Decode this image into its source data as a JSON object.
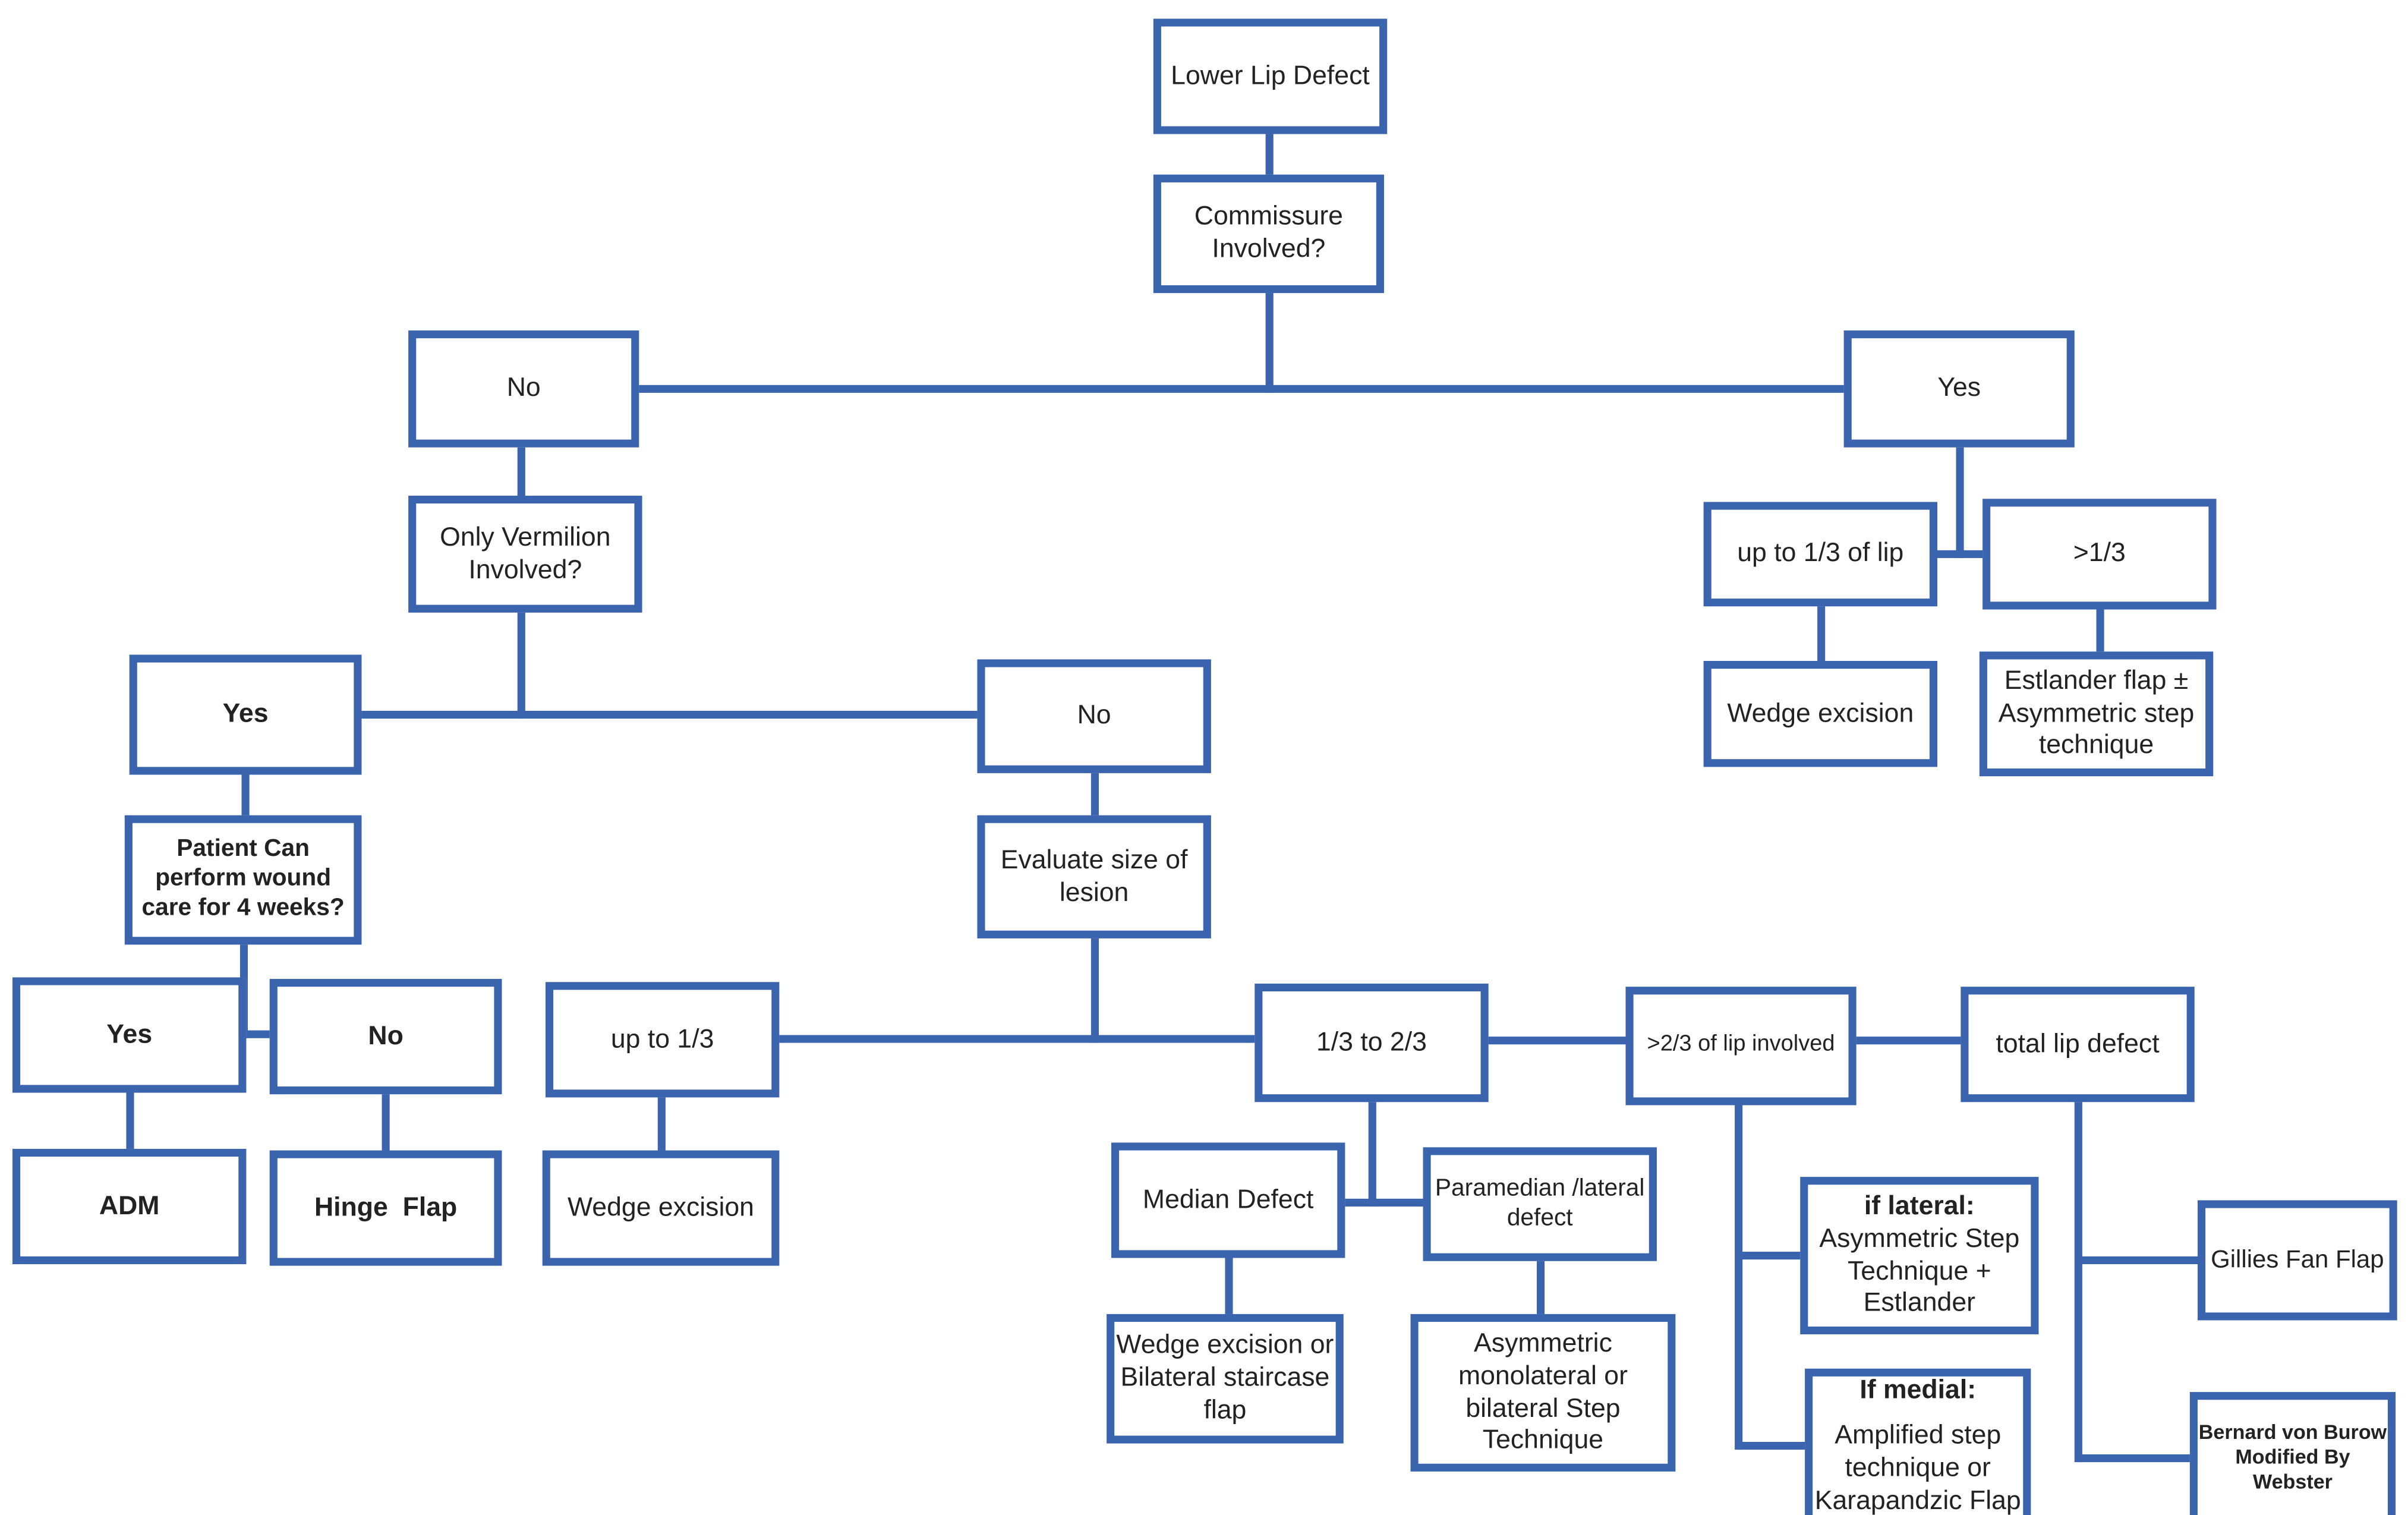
{
  "diagram": {
    "type": "flowchart",
    "topic": "Lower Lip Defect reconstruction decision tree",
    "colors": {
      "line": "#3a64ad",
      "text": "#222222",
      "background": "#ffffff"
    },
    "nodes": {
      "root": {
        "label": "Lower Lip Defect"
      },
      "commissure": {
        "label": "Commissure Involved?"
      },
      "no_commissure": {
        "label": "No"
      },
      "yes_commissure": {
        "label": "Yes"
      },
      "only_vermilion": {
        "label": "Only Vermilion Involved?"
      },
      "up_to_third_lip": {
        "label": "up to 1/3 of lip"
      },
      "gt_third": {
        "label": ">1/3"
      },
      "wedge_right": {
        "label": "Wedge excision"
      },
      "estlander": {
        "label": "Estlander flap ± Asymmetric step technique"
      },
      "yes_vermilion": {
        "label": "Yes"
      },
      "patient_care": {
        "label": "Patient Can perform wound care for 4 weeks?"
      },
      "yes_care": {
        "label": "Yes"
      },
      "no_care": {
        "label": "No"
      },
      "adm": {
        "label": "ADM"
      },
      "hinge": {
        "label": "Hinge  Flap"
      },
      "no_vermilion": {
        "label": "No"
      },
      "evaluate": {
        "label": "Evaluate size of lesion"
      },
      "up_to_third": {
        "label": "up to 1/3"
      },
      "wedge_mid": {
        "label": "Wedge excision"
      },
      "third_two_thirds": {
        "label": "1/3 to 2/3"
      },
      "gt_two_thirds": {
        "label": ">2/3 of lip involved"
      },
      "total_lip": {
        "label": "total lip defect"
      },
      "median": {
        "label": "Median Defect"
      },
      "paramedian": {
        "label": "Paramedian /lateral defect"
      },
      "staircase": {
        "label": "Wedge excision or Bilateral staircase flap"
      },
      "asym_mono": {
        "label": "Asymmetric monolateral or bilateral Step Technique"
      },
      "if_lateral": {
        "heading": "if lateral:",
        "body": "Asymmetric Step Technique + Estlander"
      },
      "if_medial": {
        "heading": "If medial:",
        "body": "Amplified step technique or Karapandzic Flap"
      },
      "gillies": {
        "label": "Gillies Fan Flap"
      },
      "bernard": {
        "label": "Bernard von Burow Modified By Webster"
      }
    },
    "edges": [
      "root -> commissure",
      "commissure -> no_commissure",
      "commissure -> yes_commissure",
      "no_commissure -> only_vermilion",
      "only_vermilion -> yes_vermilion",
      "only_vermilion -> no_vermilion",
      "yes_vermilion -> patient_care",
      "patient_care -> yes_care",
      "patient_care -> no_care",
      "yes_care -> adm",
      "no_care -> hinge",
      "no_vermilion -> evaluate",
      "evaluate -> up_to_third",
      "evaluate -> third_two_thirds",
      "up_to_third -> wedge_mid",
      "third_two_thirds -> median",
      "third_two_thirds -> paramedian",
      "third_two_thirds -> gt_two_thirds",
      "gt_two_thirds -> total_lip",
      "median -> staircase",
      "paramedian -> asym_mono",
      "gt_two_thirds -> if_lateral",
      "gt_two_thirds -> if_medial",
      "total_lip -> gillies",
      "total_lip -> bernard",
      "yes_commissure -> up_to_third_lip",
      "yes_commissure -> gt_third",
      "up_to_third_lip -> wedge_right",
      "gt_third -> estlander"
    ]
  }
}
